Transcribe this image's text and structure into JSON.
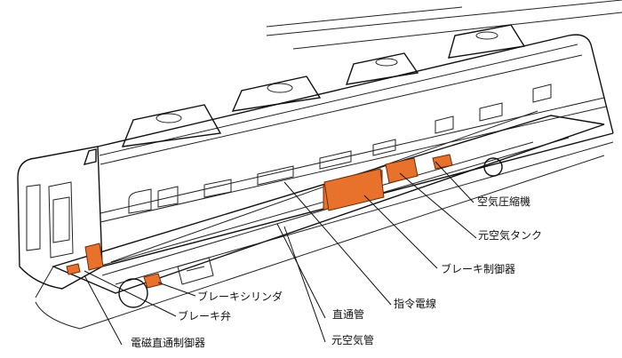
{
  "colors": {
    "component": "#e8722c",
    "line": "#111111",
    "background": "#ffffff"
  },
  "labels": {
    "air_compressor": "空気圧縮機",
    "main_air_tank": "元空気タンク",
    "brake_controller": "ブレーキ制御器",
    "command_wire": "指令電線",
    "straight_air_pipe": "直通管",
    "main_air_pipe": "元空気管",
    "brake_cylinder": "ブレーキシリンダ",
    "brake_valve": "ブレーキ弁",
    "electromagnetic_straight_controller": "電磁直通制御器"
  }
}
